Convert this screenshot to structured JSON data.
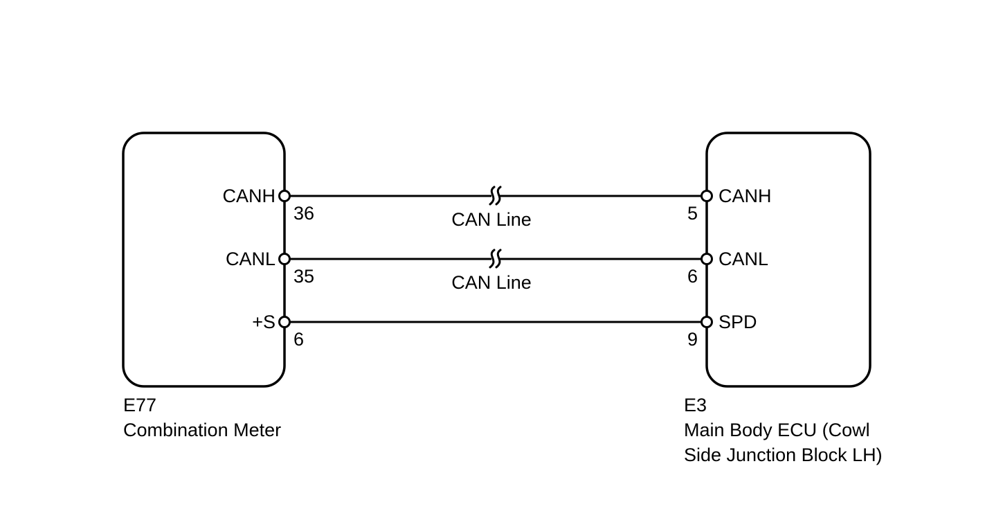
{
  "diagram": {
    "type": "wiring-diagram",
    "colors": {
      "line": "#000000",
      "background": "#ffffff"
    },
    "left_connector": {
      "code": "E77",
      "name": "Combination Meter",
      "pins": [
        {
          "label": "CANH",
          "number": "36"
        },
        {
          "label": "CANL",
          "number": "35"
        },
        {
          "label": "+S",
          "number": "6"
        }
      ]
    },
    "right_connector": {
      "code": "E3",
      "name_line1": "Main Body ECU (Cowl",
      "name_line2": "Side Junction Block LH)",
      "pins": [
        {
          "label": "CANH",
          "number": "5"
        },
        {
          "label": "CANL",
          "number": "6"
        },
        {
          "label": "SPD",
          "number": "9"
        }
      ]
    },
    "wires": [
      {
        "from": "E77 CANH 36",
        "to": "E3 CANH 5",
        "label": "CAN Line",
        "break": true
      },
      {
        "from": "E77 CANL 35",
        "to": "E3 CANL 6",
        "label": "CAN Line",
        "break": true
      },
      {
        "from": "E77 +S 6",
        "to": "E3 SPD 9",
        "label": "",
        "break": false
      }
    ]
  }
}
